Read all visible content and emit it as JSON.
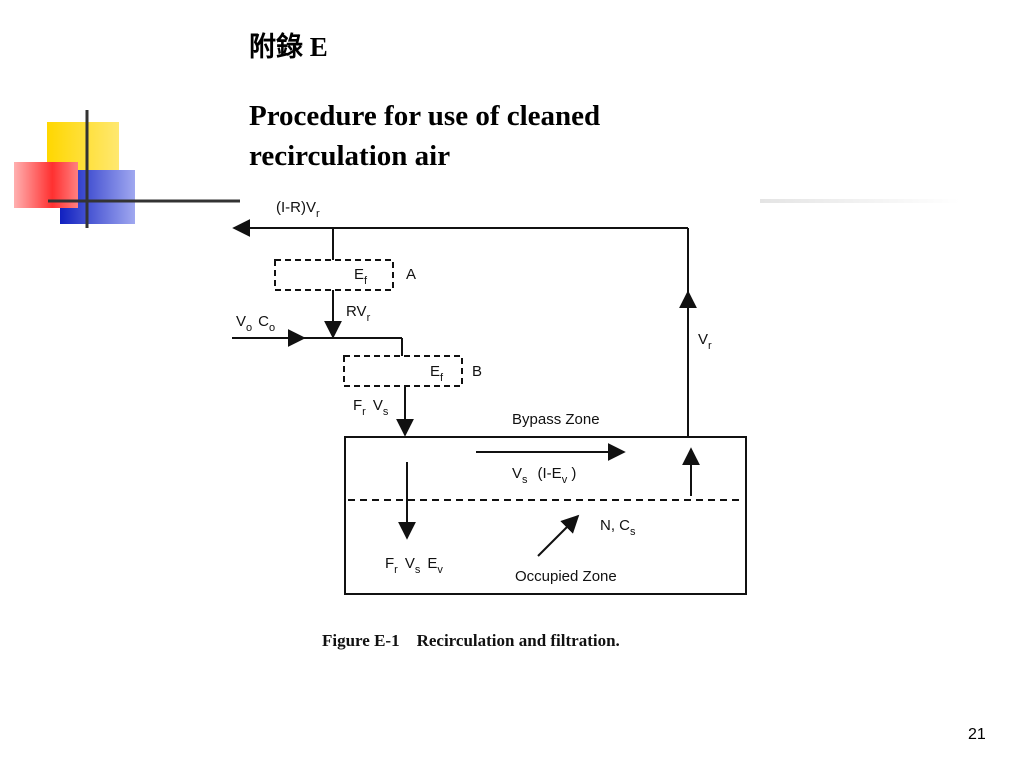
{
  "slide": {
    "heading": "附錄 E",
    "title": "Procedure for use of cleaned recirculation air",
    "page_number": "21"
  },
  "figure": {
    "caption": "Figure E-1    Recirculation and filtration.",
    "labels": {
      "top_flow_main": "(I-R)V",
      "top_flow_sub": "r",
      "filter_a_main": "E",
      "filter_a_sub": "f",
      "filter_a_name": "A",
      "recirc_main": "RV",
      "recirc_sub": "r",
      "outdoor_v": "V",
      "outdoor_v_sub": "o",
      "outdoor_c": "C",
      "outdoor_c_sub": "o",
      "filter_b_main": "E",
      "filter_b_sub": "f",
      "filter_b_name": "B",
      "supply_f": "F",
      "supply_f_sub": "r",
      "supply_v": "V",
      "supply_v_sub": "s",
      "return_main": "V",
      "return_sub": "r",
      "bypass_zone": "Bypass Zone",
      "bypass_v": "V",
      "bypass_v_sub": "s",
      "bypass_rest": "(I-E",
      "bypass_rest_sub": "v",
      "bypass_close": " )",
      "n_cs": "N,  C",
      "n_cs_sub": "s",
      "occ_f": "F",
      "occ_f_sub": "r",
      "occ_v": "V",
      "occ_v_sub": "s",
      "occ_e": "E",
      "occ_e_sub": "v",
      "occupied_zone": "Occupied Zone"
    }
  },
  "colors": {
    "deco_yellow": "#FFD700",
    "deco_red": "#FF4040",
    "deco_blue": "#2233CC",
    "deco_line": "#333333"
  }
}
